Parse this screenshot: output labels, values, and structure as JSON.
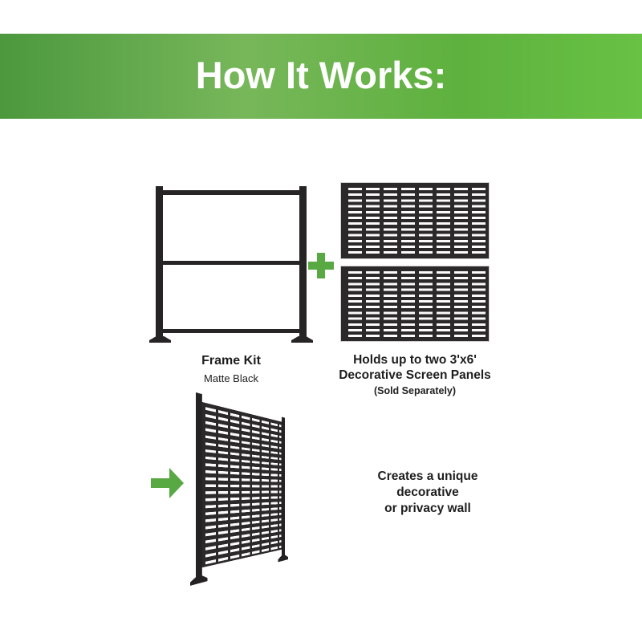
{
  "banner": {
    "title": "How It Works:",
    "gradient": {
      "left": "#4c983d",
      "mid": "#77b75a",
      "right": "#68c244"
    }
  },
  "step_combine": {
    "frame_caption": {
      "title": "Frame Kit",
      "subtitle": "Matte Black"
    },
    "panels_caption": {
      "line1": "Holds up to two 3'x6'",
      "line2": "Decorative Screen Panels",
      "line3": "(Sold Separately)"
    }
  },
  "step_result": {
    "caption": {
      "line1": "Creates a unique decorative",
      "line2": "or privacy wall"
    }
  },
  "icons": {
    "plus": "plus-icon",
    "arrow": "arrow-right-icon"
  },
  "colors": {
    "accent_green": "#58a944",
    "structure_black": "#262424",
    "panel_dark": "#2b2929",
    "text": "#1e1e1e",
    "background": "#ffffff"
  }
}
